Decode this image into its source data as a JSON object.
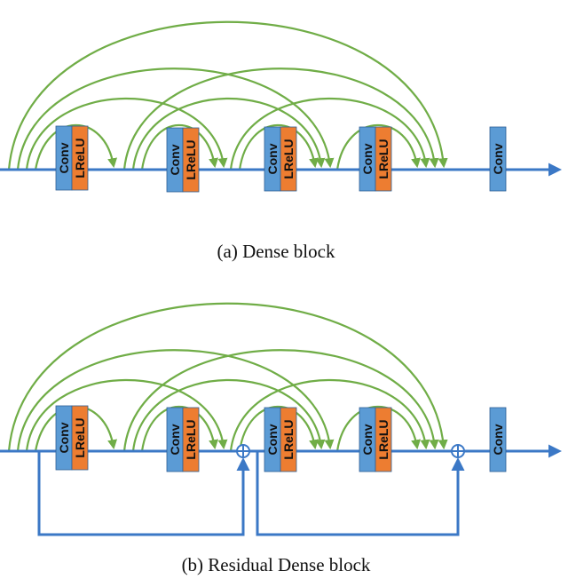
{
  "captions": {
    "dense": "(a) Dense block",
    "residual": "(b) Residual Dense block"
  },
  "labels": {
    "conv": "Conv",
    "lrelu": "LReLU"
  },
  "colors": {
    "main_line": "#3b78c6",
    "conv_block": "#5b9bd5",
    "lrelu_block": "#ed7d31",
    "skip_arc": "#70ad47",
    "block_stroke": "#2e5f95"
  }
}
